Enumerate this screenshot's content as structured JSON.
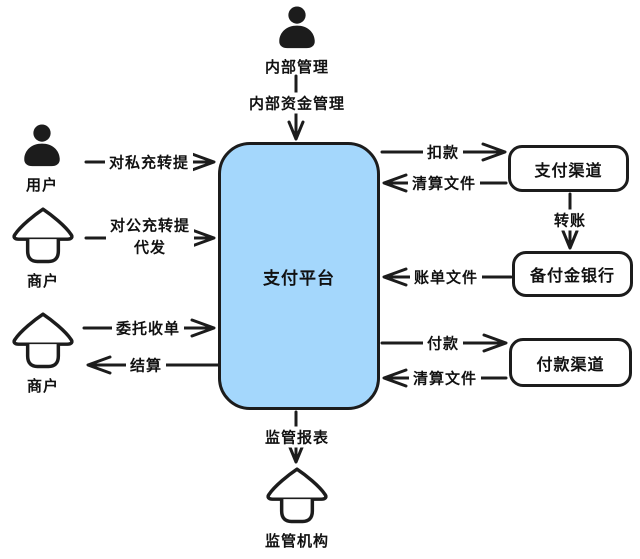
{
  "colors": {
    "stroke": "#1c1c1c",
    "platform_fill": "#a4d7fc",
    "side_box_fill": "#ffffff",
    "background": "#ffffff",
    "text": "#111111"
  },
  "nodes": {
    "internal_admin": {
      "label": "内部管理",
      "icon": "person"
    },
    "user": {
      "label": "用户",
      "icon": "person"
    },
    "merchant_deposit": {
      "label": "商户",
      "icon": "house"
    },
    "merchant_acquiring": {
      "label": "商户",
      "icon": "house"
    },
    "platform": {
      "label": "支付平台"
    },
    "payment_channel": {
      "label": "支付渠道"
    },
    "reserve_bank": {
      "label": "备付金银行"
    },
    "payout_channel": {
      "label": "付款渠道"
    },
    "regulator": {
      "label": "监管机构",
      "icon": "house"
    }
  },
  "edges": {
    "internal_funds": {
      "label": "内部资金管理",
      "from": "internal_admin",
      "to": "platform"
    },
    "personal_transfer": {
      "label": "对私充转提",
      "from": "user",
      "to": "platform"
    },
    "corporate_transfer": {
      "label_line1": "对公充转提",
      "label_line2": "代发",
      "from": "merchant_deposit",
      "to": "platform"
    },
    "entrusted_acquiring": {
      "label": "委托收单",
      "from": "merchant_acquiring",
      "to": "platform"
    },
    "settlement": {
      "label": "结算",
      "from": "platform",
      "to": "merchant_acquiring"
    },
    "deduction": {
      "label": "扣款",
      "from": "platform",
      "to": "payment_channel"
    },
    "clearing_file_top": {
      "label": "清算文件",
      "from": "payment_channel",
      "to": "platform"
    },
    "transfer": {
      "label": "转账",
      "from": "payment_channel",
      "to": "reserve_bank"
    },
    "bill_file": {
      "label": "账单文件",
      "from": "reserve_bank",
      "to": "platform"
    },
    "payout": {
      "label": "付款",
      "from": "platform",
      "to": "payout_channel"
    },
    "clearing_file_bottom": {
      "label": "清算文件",
      "from": "payout_channel",
      "to": "platform"
    },
    "regulatory_report": {
      "label": "监管报表",
      "from": "platform",
      "to": "regulator"
    }
  }
}
